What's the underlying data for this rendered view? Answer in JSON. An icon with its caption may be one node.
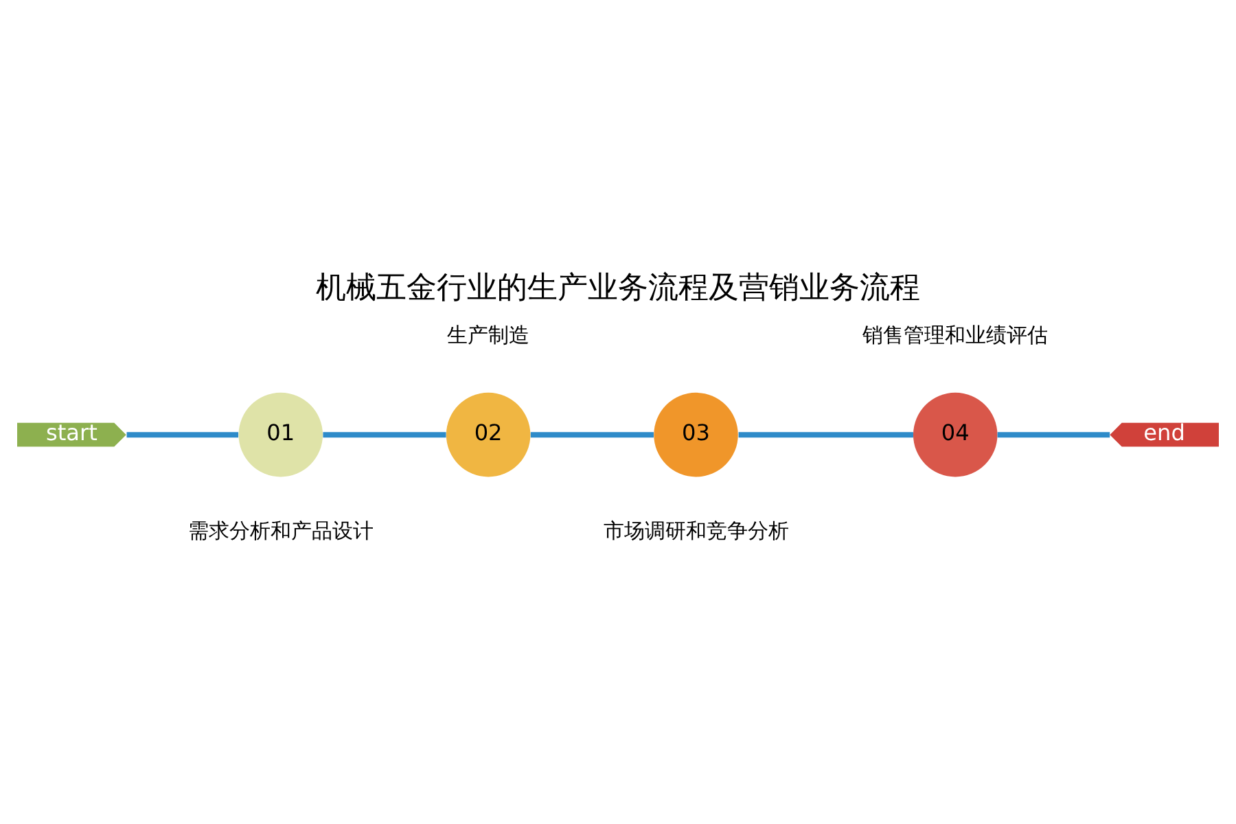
{
  "diagram": {
    "title": "机械五金行业的生产业务流程及营销业务流程",
    "nodes": [
      {
        "text": [
          "start"
        ]
      },
      {
        "text": [
          "01"
        ],
        "beside": [
          "需求分析和产品设计"
        ]
      },
      {
        "text": [
          "02"
        ],
        "beside": [
          "生产制造"
        ]
      },
      {
        "text": [
          "03"
        ],
        "beside": [
          "市场调研和竞争分析"
        ]
      },
      {
        "text": [
          "04"
        ],
        "beside": [
          "销售管理和业绩评估"
        ]
      },
      {
        "text": [
          "end"
        ]
      }
    ],
    "edges": [
      {
        "from": 0,
        "to": 1,
        "arrow": "none"
      },
      {
        "from": 1,
        "to": 2,
        "arrow": "none"
      },
      {
        "from": 2,
        "to": 3,
        "arrow": "none"
      },
      {
        "from": 3,
        "to": 4,
        "arrow": "none"
      },
      {
        "from": 4,
        "to": 5,
        "arrow": "none"
      }
    ]
  }
}
